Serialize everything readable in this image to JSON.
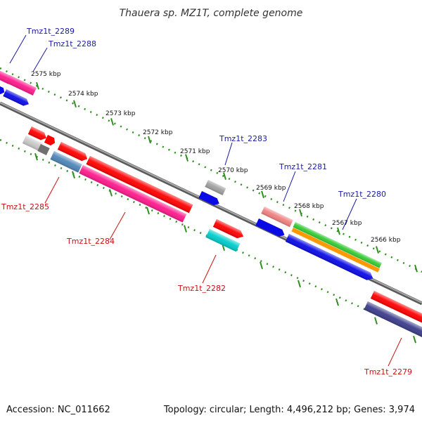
{
  "title": "Thauera sp. MZ1T, complete genome",
  "footer": {
    "accession": "Accession: NC_011662",
    "summary": "Topology: circular; Length: 4,496,212 bp; Genes: 3,974"
  },
  "ticks": [
    "2575 kbp",
    "2574 kbp",
    "2573 kbp",
    "2572 kbp",
    "2571 kbp",
    "2570 kbp",
    "2569 kbp",
    "2568 kbp",
    "2567 kbp",
    "2566 kbp"
  ],
  "gene_labels": {
    "tmz1t_2289": "Tmz1t_2289",
    "tmz1t_2288": "Tmz1t_2288",
    "tmz1t_2283": "Tmz1t_2283",
    "tmz1t_2281": "Tmz1t_2281",
    "tmz1t_2280": "Tmz1t_2280",
    "tmz1t_2285": "Tmz1t_2285",
    "tmz1t_2284": "Tmz1t_2284",
    "tmz1t_2282": "Tmz1t_2282",
    "tmz1t_2279": "Tmz1t_2279"
  },
  "colors": {
    "backbone": "#808080",
    "tick_marks": "#2f8f1f",
    "label_blue": "#1a1aa6",
    "label_red": "#cc1111",
    "red": "#ff0000",
    "blue": "#0a0ae6",
    "pink": "#ff1a8c",
    "green": "#33cc33",
    "orange": "#ff9900",
    "steel_blue": "#4f86b8",
    "gray": "#a0a0a0",
    "dark_gray": "#707070",
    "salmon": "#f08080",
    "cyan": "#00cccc",
    "indigo": "#3c3c8c"
  }
}
